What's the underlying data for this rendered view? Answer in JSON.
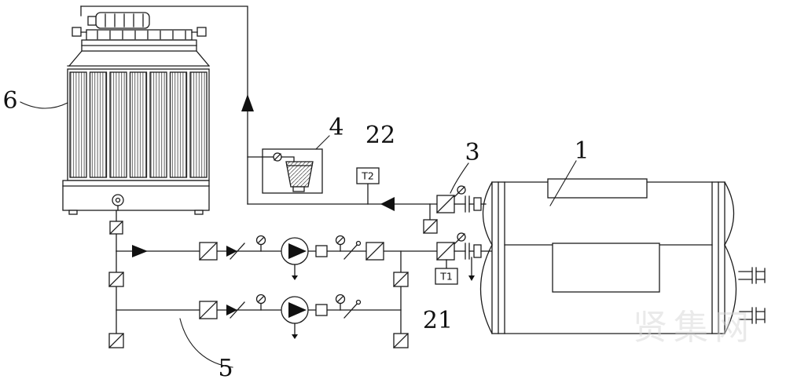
{
  "colors": {
    "background": "#ffffff",
    "line": "#1c1c1c",
    "label_text": "#111111",
    "watermark": "#d6d6d6"
  },
  "reference_labels": {
    "cooling_tower": "6",
    "dosing_device": "4",
    "temp_sensor_t2": "22",
    "return_valve": "3",
    "chiller_unit": "1",
    "supply_valve": "21",
    "pump_group": "5"
  },
  "sensor_tags": {
    "t1": "T1",
    "t2": "T2"
  },
  "watermark_text": "贤集网"
}
